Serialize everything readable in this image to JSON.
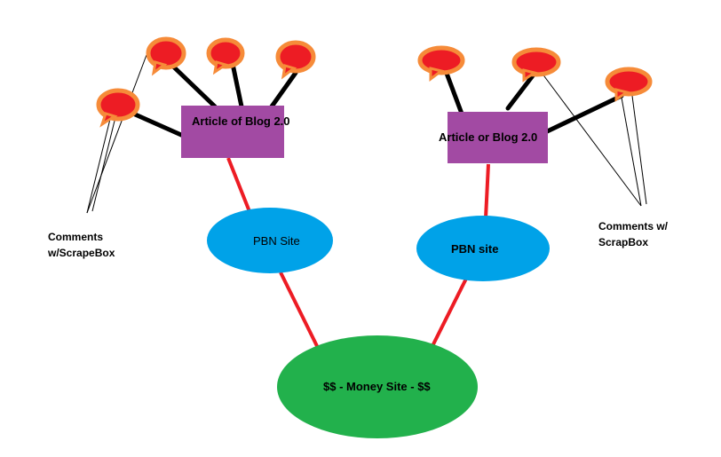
{
  "nodes": {
    "money_site": "$$ - Money Site - $$",
    "pbn_left": "PBN Site",
    "pbn_right": "PBN site",
    "article_left": "Article of Blog 2.0",
    "article_right": "Article or Blog 2.0"
  },
  "annotations": {
    "left_comment_line1": "Comments",
    "left_comment_line2": "w/ScrapeBox",
    "right_comment_line1": "Comments w/",
    "right_comment_line2": "ScrapBox"
  },
  "colors": {
    "article_box": "#a24aa3",
    "pbn_ellipse": "#00a2e8",
    "money_ellipse": "#22b14c",
    "link_line": "#ed1c24",
    "comment_line": "#000000",
    "bubble_fill": "#ed1c24",
    "bubble_outline": "#f68b39"
  }
}
